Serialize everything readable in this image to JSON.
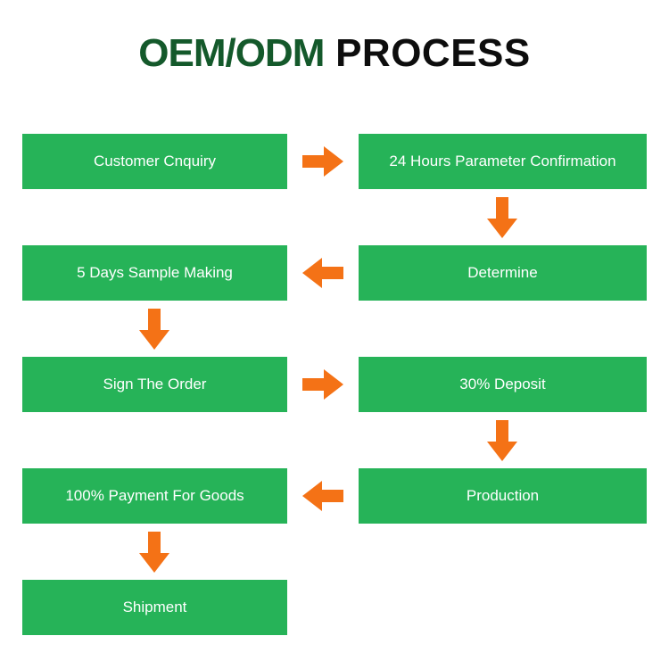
{
  "title": {
    "green_part": "OEM/ODM",
    "black_part": " PROCESS",
    "full": "OEM/ODM PROCESS"
  },
  "colors": {
    "box_green": "#26B358",
    "title_green": "#14592B",
    "title_black": "#0d0d0d",
    "arrow_orange": "#F47216",
    "box_text": "#ffffff",
    "background": "#ffffff"
  },
  "chart_data": {
    "type": "diagram",
    "title": "OEM/ODM PROCESS",
    "layout": "two-column serpentine flowchart",
    "nodes": [
      {
        "id": 1,
        "label": "Customer Cnquiry",
        "column": "left",
        "row": 1
      },
      {
        "id": 2,
        "label": "24 Hours Parameter Confirmation",
        "column": "right",
        "row": 1
      },
      {
        "id": 3,
        "label": "Determine",
        "column": "right",
        "row": 2
      },
      {
        "id": 4,
        "label": "5 Days Sample Making",
        "column": "left",
        "row": 2
      },
      {
        "id": 5,
        "label": "Sign The Order",
        "column": "left",
        "row": 3
      },
      {
        "id": 6,
        "label": "30% Deposit",
        "column": "right",
        "row": 3
      },
      {
        "id": 7,
        "label": "Production",
        "column": "right",
        "row": 4
      },
      {
        "id": 8,
        "label": "100% Payment For Goods",
        "column": "left",
        "row": 4
      },
      {
        "id": 9,
        "label": "Shipment",
        "column": "left",
        "row": 5
      }
    ],
    "edges": [
      {
        "from": 1,
        "to": 2,
        "direction": "right"
      },
      {
        "from": 2,
        "to": 3,
        "direction": "down"
      },
      {
        "from": 3,
        "to": 4,
        "direction": "left"
      },
      {
        "from": 4,
        "to": 5,
        "direction": "down"
      },
      {
        "from": 5,
        "to": 6,
        "direction": "right"
      },
      {
        "from": 6,
        "to": 7,
        "direction": "down"
      },
      {
        "from": 7,
        "to": 8,
        "direction": "left"
      },
      {
        "from": 8,
        "to": 9,
        "direction": "down"
      }
    ]
  },
  "steps": {
    "customer_enquiry": "Customer Cnquiry",
    "parameter_confirmation": "24 Hours Parameter Confirmation",
    "determine": "Determine",
    "sample_making": "5 Days Sample Making",
    "sign_order": "Sign The Order",
    "deposit": "30% Deposit",
    "production": "Production",
    "payment": "100% Payment For Goods",
    "shipment": "Shipment"
  },
  "icons": {
    "arrow_right": "arrow-right-icon",
    "arrow_left": "arrow-left-icon",
    "arrow_down": "arrow-down-icon"
  }
}
